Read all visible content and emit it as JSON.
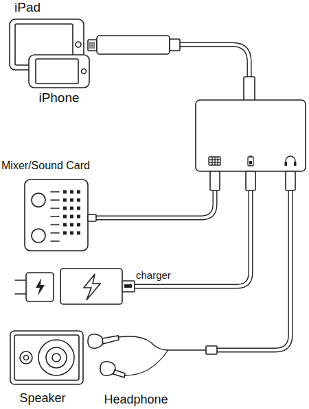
{
  "diagram": {
    "labels": [
      "iPad",
      "iPhone",
      "Mixer/Sound Card",
      "charger",
      "Speaker",
      "Headphone"
    ]
  }
}
